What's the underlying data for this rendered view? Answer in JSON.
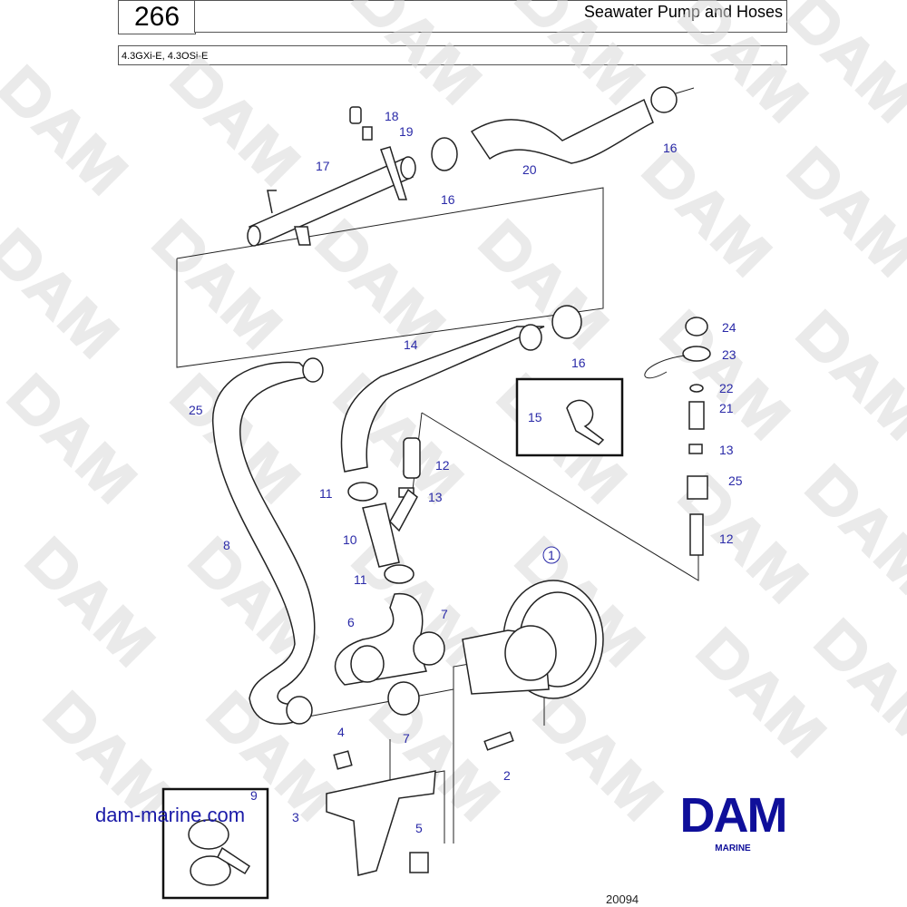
{
  "header": {
    "page_number": "266",
    "title": "Seawater Pump and Hoses",
    "models": "4.3GXi-E, 4.3OSi-E"
  },
  "watermark": "DAM",
  "callouts": [
    "18",
    "19",
    "17",
    "16",
    "20",
    "16",
    "14",
    "16",
    "25",
    "15",
    "24",
    "23",
    "22",
    "21",
    "13",
    "25",
    "12",
    "12",
    "11",
    "13",
    "10",
    "8",
    "11",
    "1",
    "6",
    "7",
    "7",
    "4",
    "2",
    "3",
    "9",
    "5"
  ],
  "website": "dam-marine.com",
  "logo": {
    "main": "DAM",
    "sub": "MARINE"
  },
  "figure_ref": "20094",
  "colors": {
    "callout": "#2a2aa8",
    "brand": "#0f0f9a"
  }
}
